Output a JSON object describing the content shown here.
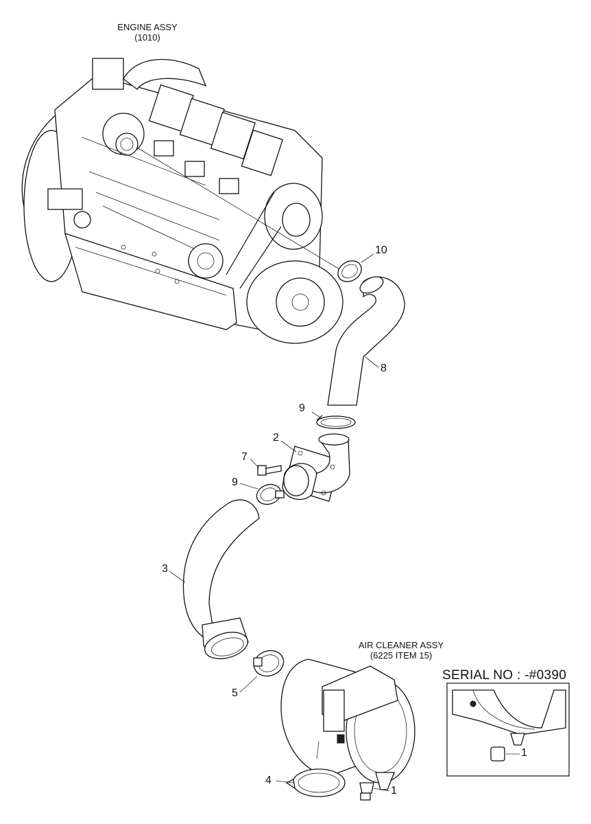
{
  "assemblies": {
    "engine": {
      "name": "ENGINE ASSY",
      "ref": "(1010)"
    },
    "air_cleaner": {
      "name": "AIR CLEANER ASSY",
      "ref": "(6225 ITEM 15)"
    }
  },
  "callouts": {
    "c10": "10",
    "c8": "8",
    "c9a": "9",
    "c2": "2",
    "c7": "7",
    "c9b": "9",
    "c3": "3",
    "c5": "5",
    "c4": "4",
    "c1": "1",
    "c1_inset": "1"
  },
  "inset": {
    "serial": "SERIAL NO : -#0390"
  }
}
